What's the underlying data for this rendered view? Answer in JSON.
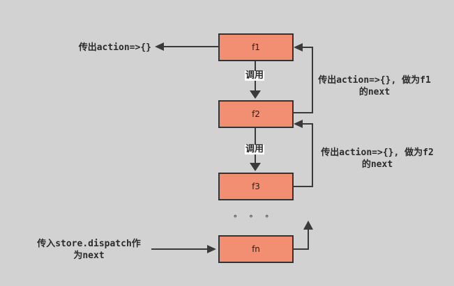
{
  "colors": {
    "background": "#d2d2d2",
    "box_fill": "#f28f72",
    "box_border": "#333333",
    "line": "#3a3a3a",
    "text": "#2b2b2b",
    "call_label_bg": "#ffffff"
  },
  "boxes": [
    {
      "id": "f1",
      "label": "f1"
    },
    {
      "id": "f2",
      "label": "f2"
    },
    {
      "id": "f3",
      "label": "f3"
    },
    {
      "id": "fn",
      "label": "fn"
    }
  ],
  "annotations": {
    "action_out": "传出action=>{}",
    "call_f1_f2": "调用",
    "call_f2_f3": "调用",
    "next_of_f1_line1": "传出action=>{}, 做为f1",
    "next_of_f1_line2": "的next",
    "next_of_f2_line1": "传出action=>{}, 做为f2",
    "next_of_f2_line2": "的next",
    "dispatch_in_line1": "传入store.dispatch作",
    "dispatch_in_line2": "为next",
    "ellipsis": "∘ ∘ ∘"
  }
}
